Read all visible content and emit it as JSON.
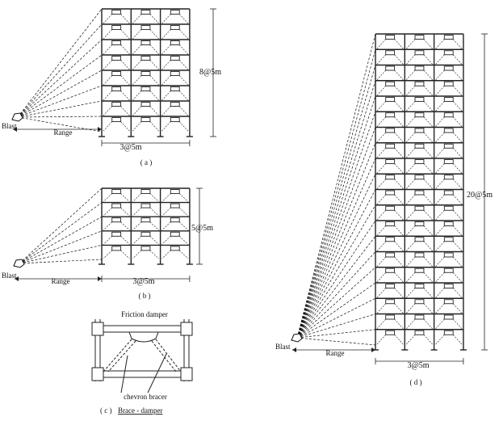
{
  "figure": {
    "a": {
      "caption": "( a )",
      "height_dim": "8@5m",
      "width_dim": "3@5m",
      "source": "Blast",
      "range": "Range",
      "stories": 8,
      "bays": 3
    },
    "b": {
      "caption": "( b )",
      "height_dim": "5@5m",
      "width_dim": "3@5m",
      "source": "Blast",
      "range": "Range",
      "stories": 5,
      "bays": 3
    },
    "c": {
      "caption_prefix": "( c )",
      "caption_title": "Brace - damper",
      "damper_label": "Friction damper",
      "brace_label": "chevron bracer"
    },
    "d": {
      "caption": "( d )",
      "height_dim": "20@5m",
      "width_dim": "3@5m",
      "source": "Blast",
      "range": "Range",
      "stories": 20,
      "bays": 3
    }
  }
}
